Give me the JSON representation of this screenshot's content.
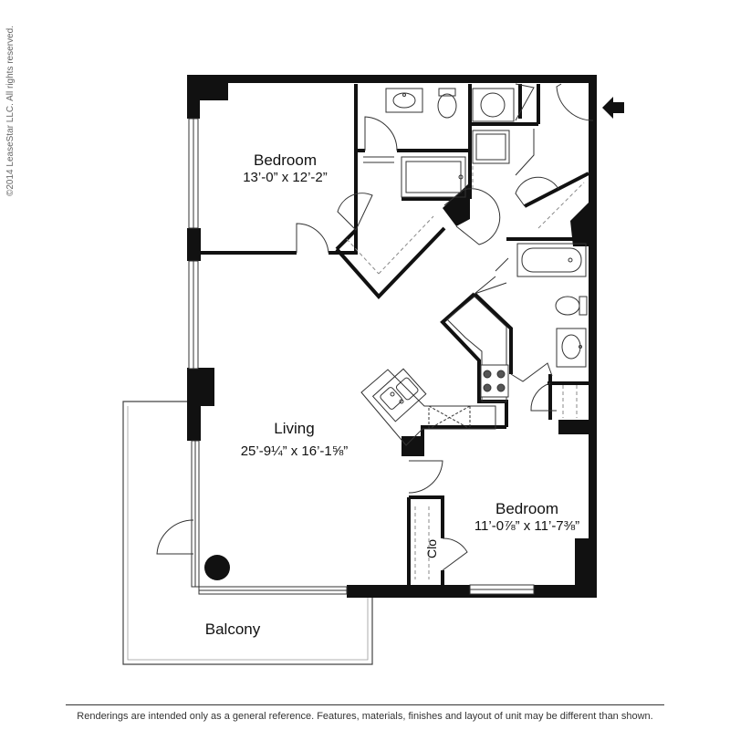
{
  "copyright": "©2014 LeaseStar LLC. All rights reserved.",
  "rooms": {
    "bedroom_1": {
      "name": "Bedroom",
      "dimensions": "13’-0” x 12’-2”"
    },
    "living": {
      "name": "Living",
      "dimensions": "25’-9¼” x 16’-1⅝”"
    },
    "bedroom_2": {
      "name": "Bedroom",
      "dimensions": "11’-0⅞” x 11’-7⅜”"
    },
    "closet": {
      "name": "Clo"
    },
    "balcony": {
      "name": "Balcony"
    }
  },
  "disclaimer": "Renderings are intended only as a general reference. Features, materials, finishes and layout of unit may be different than shown.",
  "colors": {
    "wall": "#111111",
    "fixture_stroke": "#333333",
    "page": "#ffffff"
  },
  "icons": [
    "entry-arrow-icon",
    "column-icon",
    "range-icon",
    "sink-icon",
    "toilet-icon",
    "bathtub-icon",
    "shower-icon"
  ]
}
